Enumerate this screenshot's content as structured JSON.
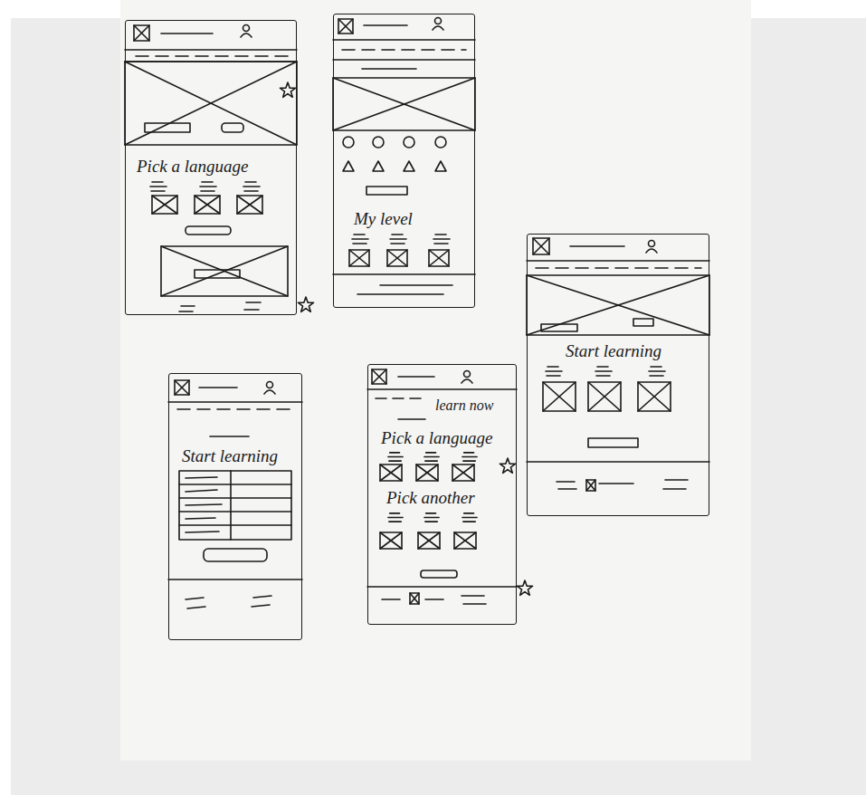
{
  "diagram": {
    "nodes": [
      {
        "text": [
          "Pick a language"
        ]
      },
      {
        "text": [
          "My level"
        ]
      },
      {
        "text": [
          "Start learning"
        ]
      },
      {
        "text": [
          "Start learning"
        ]
      },
      {
        "text": [
          "learn now",
          "Pick a language",
          "Pick another"
        ]
      }
    ]
  }
}
